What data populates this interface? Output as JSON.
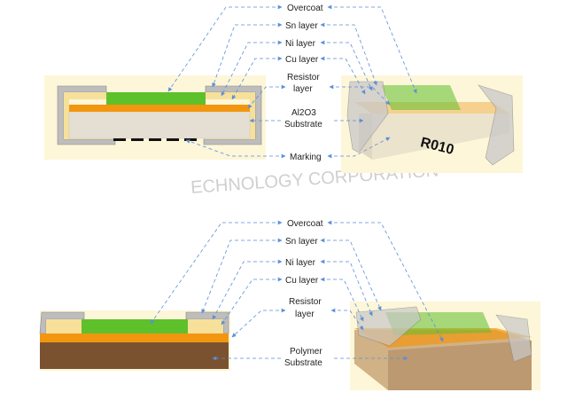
{
  "top": {
    "labels": {
      "overcoat": "Overcoat",
      "sn": "Sn layer",
      "ni": "Ni layer",
      "cu": "Cu layer",
      "resistor_1": "Resistor",
      "resistor_2": "layer",
      "substrate_1": "Al2O3",
      "substrate_2": "Substrate",
      "marking": "Marking"
    },
    "chip_marking": "R010",
    "watermark": "ECHNOLOGY CORPORATION"
  },
  "bottom": {
    "labels": {
      "overcoat": "Overcoat",
      "sn": "Sn layer",
      "ni": "Ni layer",
      "cu": "Cu layer",
      "resistor_1": "Resistor",
      "resistor_2": "layer",
      "substrate_1": "Polymer",
      "substrate_2": "Substrate"
    }
  },
  "colors": {
    "overcoat": "#5ec02b",
    "resistor": "#f2960f",
    "ceramic": "#e4dfd2",
    "polymer": "#7a5230",
    "sn": "#b8b8b8",
    "cu": "#f6e09a",
    "leader": "#5b8fd9"
  }
}
